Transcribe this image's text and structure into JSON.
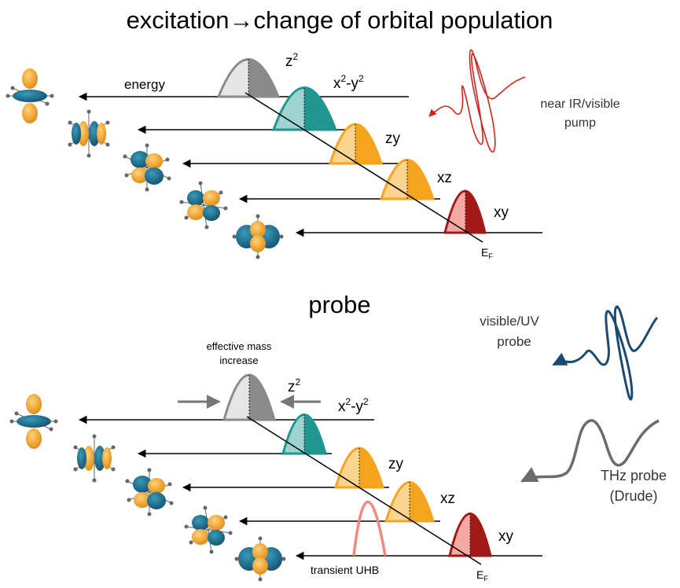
{
  "title": "excitation→change of orbital population",
  "probe_title": "probe",
  "pump": {
    "line1": "near IR/visible",
    "line2": "pump",
    "color": "#d0241c"
  },
  "vis_probe": {
    "line1": "visible/UV",
    "line2": "probe",
    "color": "#1a4a70"
  },
  "thz_probe": {
    "line1": "THz probe",
    "line2": "(Drude)",
    "color": "#6b6b6b"
  },
  "energy_label": "energy",
  "fermi": {
    "main": "E",
    "sub": "F"
  },
  "effective_mass": {
    "line1": "effective mass",
    "line2": "increase"
  },
  "transient_uhb": "transient UHB",
  "orbitals": {
    "z2": {
      "base": "z",
      "sup": "2",
      "color": "#8a8a8a"
    },
    "x2y2": {
      "base": "x",
      "sup1": "2",
      "mid": "-y",
      "sup2": "2",
      "color": "#1f968f"
    },
    "zy": {
      "label": "zy",
      "color": "#f4a41e"
    },
    "xz": {
      "label": "xz",
      "color": "#f4a41e"
    },
    "xy": {
      "label": "xy",
      "color": "#a11a15"
    }
  },
  "colors": {
    "orbital_lobe_orange": "#f3a22b",
    "orbital_lobe_teal": "#1e6e8c",
    "uhb": "#f08a80"
  }
}
